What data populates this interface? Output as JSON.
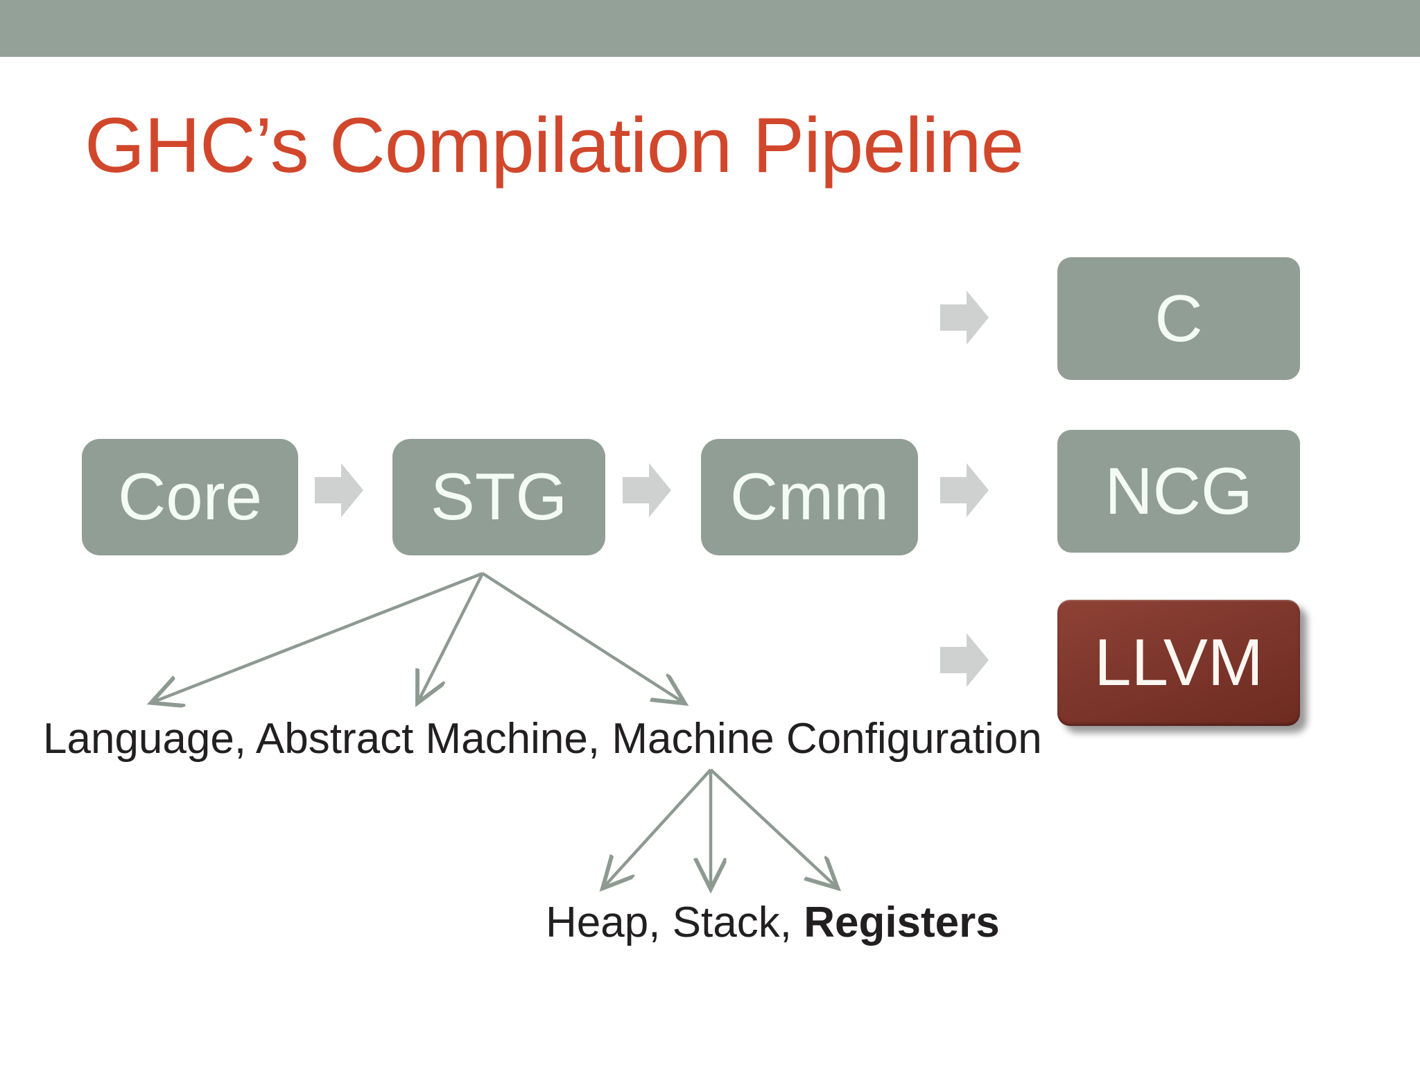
{
  "slide": {
    "title": "GHC’s Compilation Pipeline",
    "title_color": "#d1472c",
    "background_color": "#ffffff",
    "header_band_color": "#93a198"
  },
  "palette": {
    "stage_box": "#919e95",
    "stage_box_text": "#f4fbf5",
    "highlight_box": "#7e372c",
    "highlight_box_text": "#fdf7f2",
    "block_arrow": "#ced1cf",
    "thin_arrow": "#8d9a92",
    "caption_text": "#221f20"
  },
  "pipeline": {
    "stages": [
      {
        "id": "core",
        "label": "Core",
        "highlighted": false
      },
      {
        "id": "stg",
        "label": "STG",
        "highlighted": false
      },
      {
        "id": "cmm",
        "label": "Cmm",
        "highlighted": false
      }
    ],
    "backends": [
      {
        "id": "c",
        "label": "C",
        "highlighted": false
      },
      {
        "id": "ncg",
        "label": "NCG",
        "highlighted": false
      },
      {
        "id": "llvm",
        "label": "LLVM",
        "highlighted": true
      }
    ],
    "connectors": [
      {
        "id": "core-to-stg",
        "from": "core",
        "to": "stg",
        "kind": "block-arrow"
      },
      {
        "id": "stg-to-cmm",
        "from": "stg",
        "to": "cmm",
        "kind": "block-arrow"
      },
      {
        "id": "cmm-to-ncg",
        "from": "cmm",
        "to": "ncg",
        "kind": "block-arrow"
      },
      {
        "id": "to-c",
        "from": "cmm",
        "to": "c",
        "kind": "block-arrow"
      },
      {
        "id": "to-llvm",
        "from": "cmm",
        "to": "llvm",
        "kind": "block-arrow"
      }
    ]
  },
  "annotations": {
    "level1": {
      "source_stage": "stg",
      "arrow_count": 3,
      "text": "Language, Abstract Machine, Machine Configuration",
      "parts": [
        {
          "text": "Language, Abstract Machine, Machine Configuration",
          "bold": false
        }
      ]
    },
    "level2": {
      "source_phrase": "Machine Configuration",
      "arrow_count": 3,
      "text": "Heap, Stack, Registers",
      "parts": [
        {
          "text": "Heap, Stack, ",
          "bold": false
        },
        {
          "text": "Registers",
          "bold": true
        }
      ]
    }
  }
}
